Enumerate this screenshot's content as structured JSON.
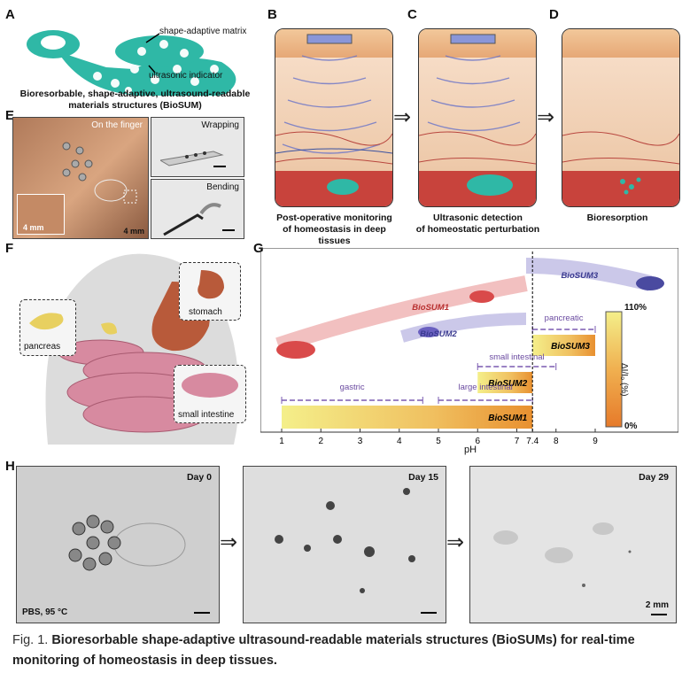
{
  "panels": {
    "A": {
      "label": "A",
      "annot_matrix": "shape-adaptive matrix",
      "annot_indicator": "ultrasonic indicator",
      "caption_line1": "Bioresorbable, shape-adaptive, ultrasound-readable",
      "caption_line2": "materials structures (BioSUM)"
    },
    "B": {
      "label": "B",
      "caption_line1": "Post-operative monitoring",
      "caption_line2": "of homeostasis in deep tissues"
    },
    "C": {
      "label": "C",
      "caption_line1": "Ultrasonic detection",
      "caption_line2": "of homeostatic perturbation"
    },
    "D": {
      "label": "D",
      "caption_line1": "Bioresorption"
    },
    "E": {
      "label": "E",
      "finger": "On the finger",
      "wrapping": "Wrapping",
      "bending": "Bending",
      "scale_inset": "4 mm",
      "scale_main": "4 mm"
    },
    "F": {
      "label": "F",
      "pancreas": "pancreas",
      "stomach": "stomach",
      "small_intestine": "small intestine"
    },
    "G": {
      "label": "G"
    },
    "H": {
      "label": "H",
      "day0": "Day 0",
      "day15": "Day 15",
      "day29": "Day 29",
      "condition": "PBS, 95 °C",
      "scale": "2 mm"
    }
  },
  "chart_data": {
    "type": "bar",
    "xlabel": "pH",
    "xticks": [
      "1",
      "2",
      "3",
      "4",
      "5",
      "6",
      "7",
      "7.4",
      "8",
      "9"
    ],
    "xlim": [
      1,
      9
    ],
    "bars": [
      {
        "name": "BioSUM1",
        "from": 1,
        "to": 7.4
      },
      {
        "name": "BioSUM2",
        "from": 6,
        "to": 7.4
      },
      {
        "name": "BioSUM3",
        "from": 7.4,
        "to": 9
      }
    ],
    "ranges": [
      {
        "name": "gastric",
        "from": 1,
        "to": 4.6
      },
      {
        "name": "large intestinal",
        "from": 5,
        "to": 7.4
      },
      {
        "name": "small intestinal",
        "from": 6,
        "to": 8
      },
      {
        "name": "pancreatic",
        "from": 7.4,
        "to": 9
      }
    ],
    "colorbar": {
      "label": "ΔI/I₀ (%)",
      "max": "110%",
      "min": "0%"
    },
    "device_labels": [
      "BioSUM1",
      "BioSUM2",
      "BioSUM3"
    ]
  },
  "figure_caption": {
    "prefix": "Fig. 1.",
    "title": "Bioresorbable shape-adaptive ultrasound-readable materials structures (BioSUMs) for real-time monitoring of homeostasis in deep tissues."
  },
  "arrows": {
    "glyph": "⇒"
  }
}
